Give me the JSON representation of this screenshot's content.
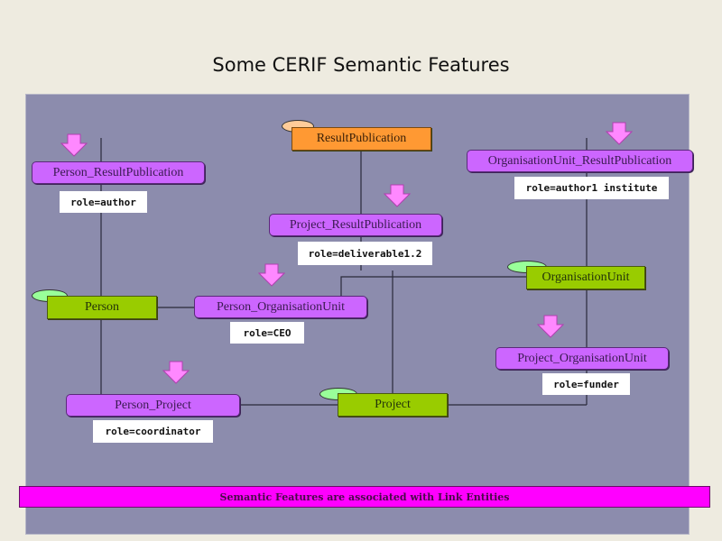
{
  "title": "Some CERIF Semantic Features",
  "colors": {
    "background": "#eeebe0",
    "canvas": "#8c8cad",
    "link_entity": "#cc66ff",
    "base_entity": "#99cc00",
    "result_entity": "#ff9933",
    "arrow": "#ff88ff",
    "banner": "#ff00ff"
  },
  "entities": {
    "result_publication": "ResultPublication",
    "person": "Person",
    "organisation_unit": "OrganisationUnit",
    "project": "Project"
  },
  "link_entities": {
    "person_result_publication": {
      "label": "Person_ResultPublication",
      "role": "role=author"
    },
    "project_result_publication": {
      "label": "Project_ResultPublication",
      "role": "role=deliverable1.2"
    },
    "organisation_unit_result_publication": {
      "label": "OrganisationUnit_ResultPublication",
      "role": "role=author1 institute"
    },
    "person_organisation_unit": {
      "label": "Person_OrganisationUnit",
      "role": "role=CEO"
    },
    "project_organisation_unit": {
      "label": "Project_OrganisationUnit",
      "role": "role=funder"
    },
    "person_project": {
      "label": "Person_Project",
      "role": "role=coordinator"
    }
  },
  "banner": "Semantic Features are associated with Link Entities"
}
